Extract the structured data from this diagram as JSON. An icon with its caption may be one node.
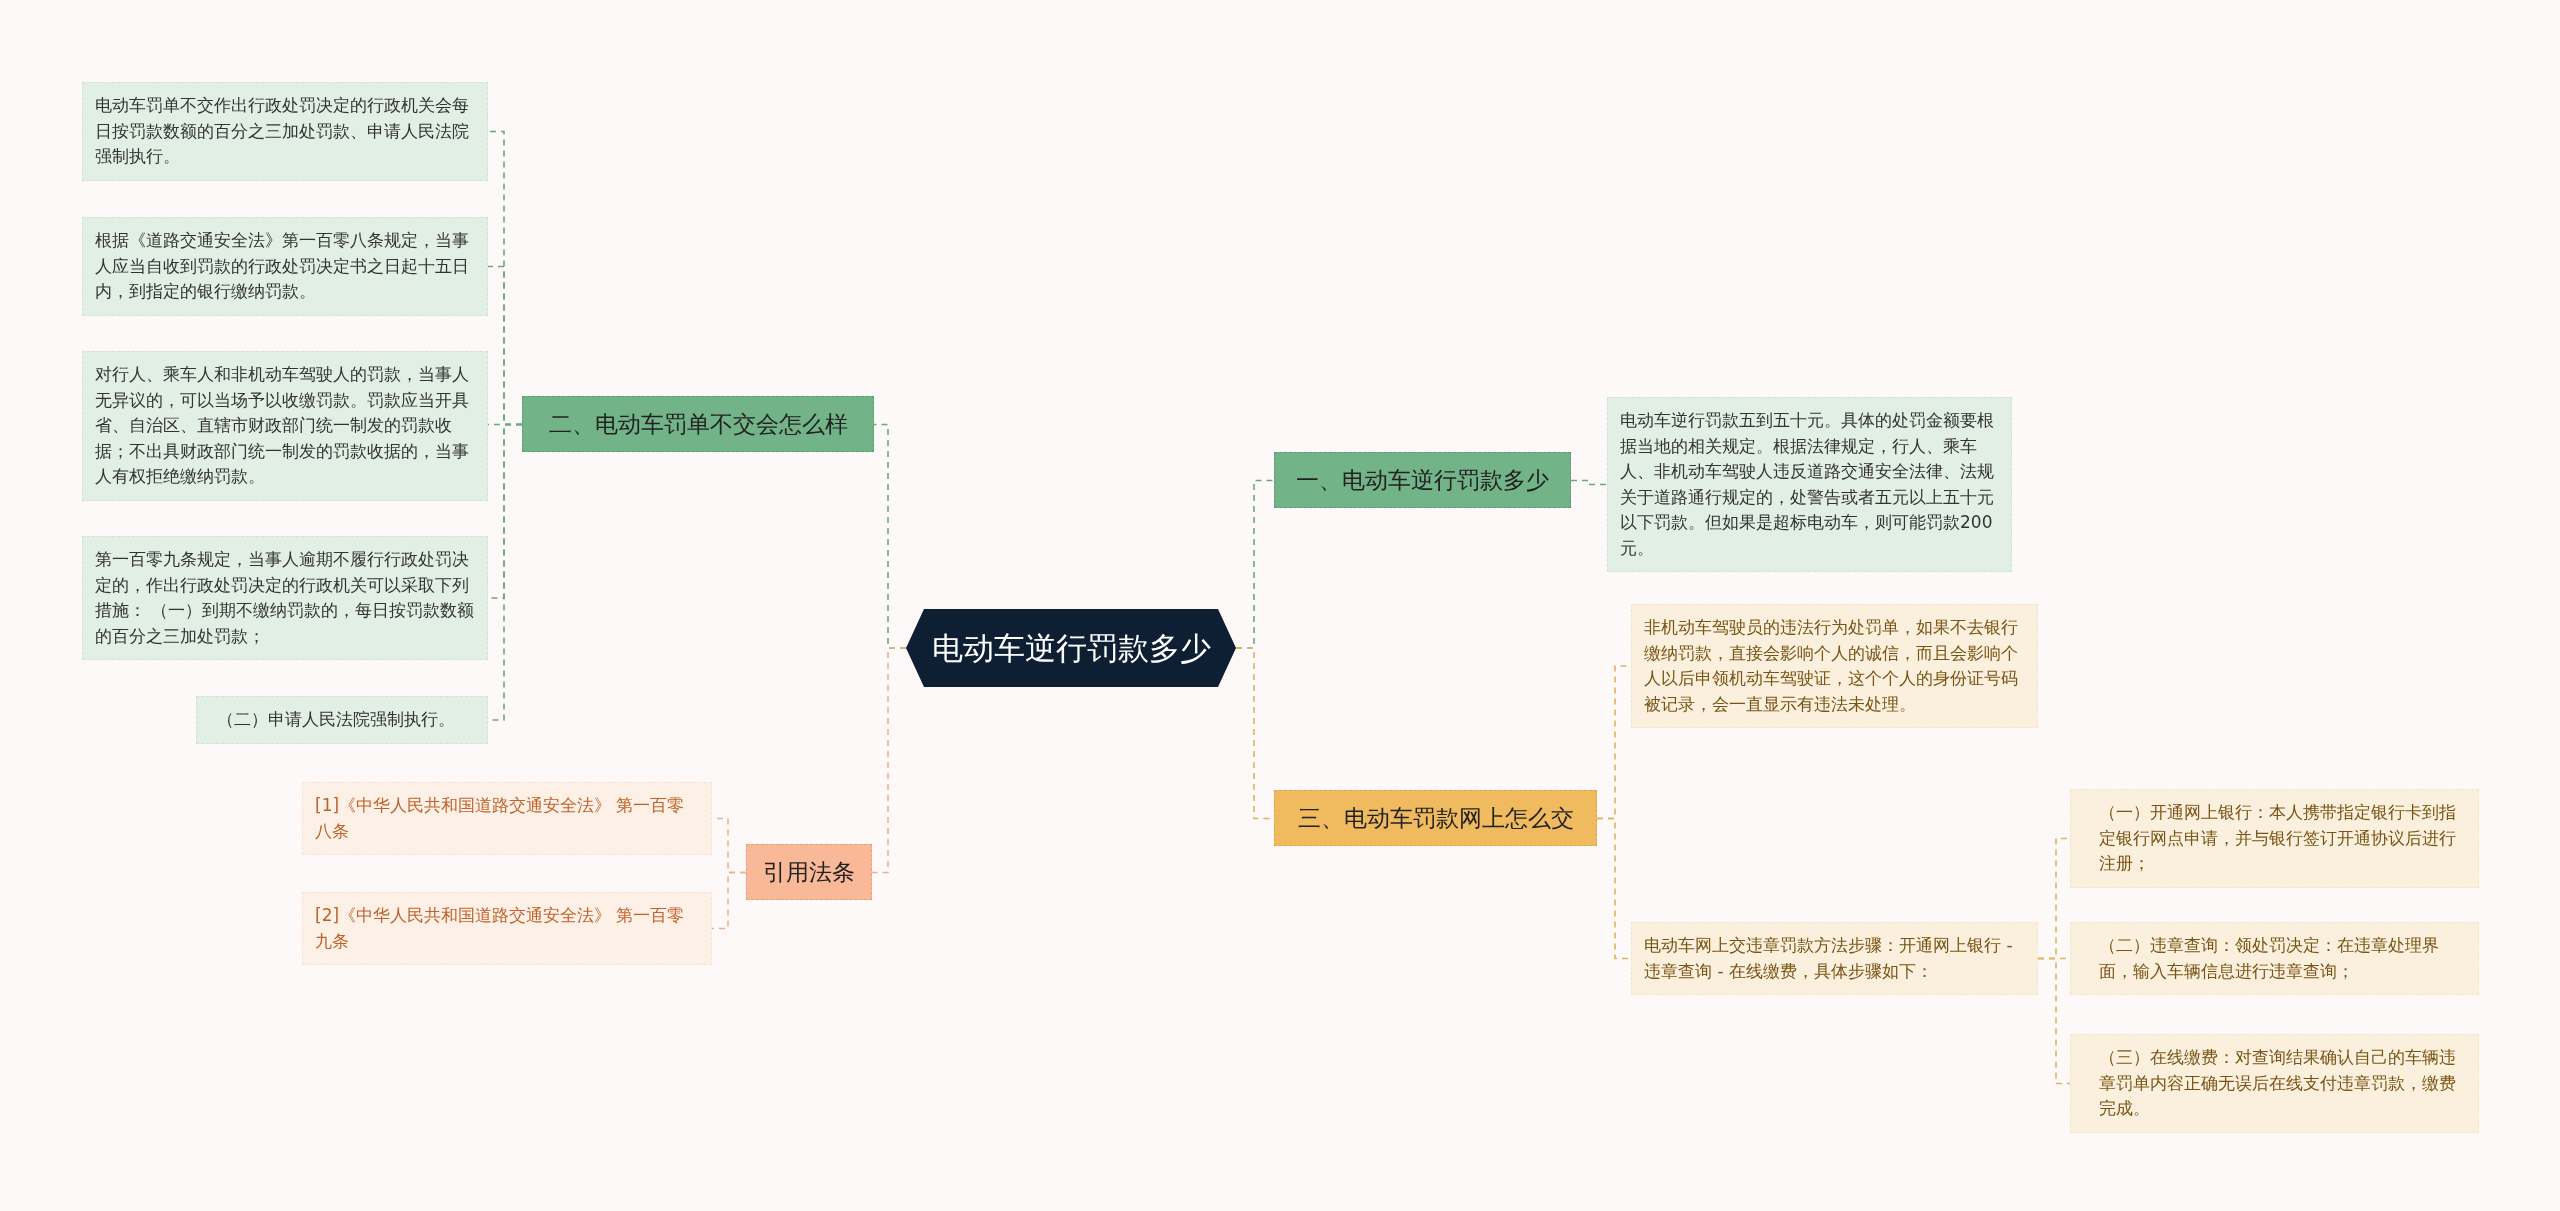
{
  "diagram": {
    "nodes": [
      {
        "text": [
          "电动车逆行罚款多少"
        ]
      },
      {
        "text": [
          "一、电动车逆行罚款多少"
        ]
      },
      {
        "text": [
          "电动车逆行罚款五到五十元。具体的处罚金额要根据当地的相关规定。根据法律规定，行人、乘车人、非机动车驾驶人违反道路交通安全法律、法规关于道路通行规定的，处警告或者五元以上五十元以下罚款。但如果是超标电动车，则可能罚款200元。"
        ]
      },
      {
        "text": [
          "三、电动车罚款网上怎么交"
        ]
      },
      {
        "text": [
          "非机动车驾驶员的违法行为处罚单，如果不去银行缴纳罚款，直接会影响个人的诚信，而且会影响个人以后申领机动车驾驶证，这个个人的身份证号码被记录，会一直显示有违法未处理。"
        ]
      },
      {
        "text": [
          "电动车网上交违章罚款方法步骤：开通网上银行 - 违章查询 - 在线缴费，具体步骤如下："
        ]
      },
      {
        "text": [
          "（一）开通网上银行：本人携带指定银行卡到指定银行网点申请，并与银行签订开通协议后进行注册；"
        ]
      },
      {
        "text": [
          "（二）违章查询：领处罚决定：在违章处理界面，输入车辆信息进行违章查询；"
        ]
      },
      {
        "text": [
          "（三）在线缴费：对查询结果确认自己的车辆违章罚单内容正确无误后在线支付违章罚款，缴费完成。"
        ]
      },
      {
        "text": [
          "二、电动车罚单不交会怎么样"
        ]
      },
      {
        "text": [
          "电动车罚单不交作出行政处罚决定的行政机关会每日按罚款数额的百分之三加处罚款、申请人民法院强制执行。"
        ]
      },
      {
        "text": [
          "根据《道路交通安全法》第一百零八条规定，当事人应当自收到罚款的行政处罚决定书之日起十五日内，到指定的银行缴纳罚款。"
        ]
      },
      {
        "text": [
          "对行人、乘车人和非机动车驾驶人的罚款，当事人无异议的，可以当场予以收缴罚款。罚款应当开具省、自治区、直辖市财政部门统一制发的罚款收据；不出具财政部门统一制发的罚款收据的，当事人有权拒绝缴纳罚款。"
        ]
      },
      {
        "text": [
          "第一百零九条规定，当事人逾期不履行行政处罚决定的，作出行政处罚决定的行政机关可以采取下列措施： （一）到期不缴纳罚款的，每日按罚款数额的百分之三加处罚款；"
        ]
      },
      {
        "text": [
          "（二）申请人民法院强制执行。"
        ]
      },
      {
        "text": [
          "引用法条"
        ]
      },
      {
        "text": [
          "[1]《中华人民共和国道路交通安全法》 第一百零八条"
        ]
      },
      {
        "text": [
          "[2]《中华人民共和国道路交通安全法》 第一百零九条"
        ]
      }
    ],
    "edges": [
      {
        "from": 0,
        "to": 1,
        "arrow": "none",
        "color": "#6aa882"
      },
      {
        "from": 1,
        "to": 2,
        "arrow": "none",
        "color": "#6aa882"
      },
      {
        "from": 0,
        "to": 3,
        "arrow": "none",
        "color": "#e2b25e"
      },
      {
        "from": 3,
        "to": 4,
        "arrow": "none",
        "color": "#e2b25e"
      },
      {
        "from": 3,
        "to": 5,
        "arrow": "none",
        "color": "#e2b25e"
      },
      {
        "from": 5,
        "to": 6,
        "arrow": "none",
        "color": "#e2b25e"
      },
      {
        "from": 5,
        "to": 7,
        "arrow": "none",
        "color": "#e2b25e"
      },
      {
        "from": 5,
        "to": 8,
        "arrow": "none",
        "color": "#e2b25e"
      },
      {
        "from": 0,
        "to": 9,
        "arrow": "none",
        "color": "#6aa882"
      },
      {
        "from": 9,
        "to": 10,
        "arrow": "none",
        "color": "#6aa882"
      },
      {
        "from": 9,
        "to": 11,
        "arrow": "none",
        "color": "#6aa882"
      },
      {
        "from": 9,
        "to": 12,
        "arrow": "none",
        "color": "#6aa882"
      },
      {
        "from": 9,
        "to": 13,
        "arrow": "none",
        "color": "#6aa882"
      },
      {
        "from": 9,
        "to": 14,
        "arrow": "none",
        "color": "#6aa882"
      },
      {
        "from": 0,
        "to": 15,
        "arrow": "none",
        "color": "#f0b090"
      },
      {
        "from": 15,
        "to": 16,
        "arrow": "none",
        "color": "#f0b090"
      },
      {
        "from": 15,
        "to": 17,
        "arrow": "none",
        "color": "#f0b090"
      }
    ]
  }
}
